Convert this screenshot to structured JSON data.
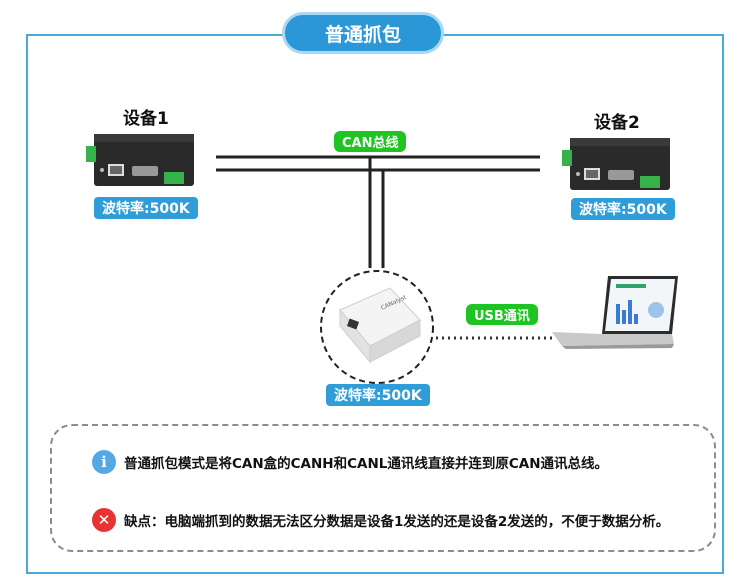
{
  "title": "普通抓包",
  "device1": {
    "label": "设备1",
    "baud": "波特率:500K"
  },
  "device2": {
    "label": "设备2",
    "baud": "波特率:500K"
  },
  "analyzer": {
    "baud": "波特率:500K",
    "body_text": "CANalyst"
  },
  "bus_label": "CAN总线",
  "usb_label": "USB通讯",
  "notes": {
    "info": "普通抓包模式是将CAN盒的CANH和CANL通讯线直接并连到原CAN通讯总线。",
    "con": "缺点：电脑端抓到的数据无法区分数据是设备1发送的还是设备2发送的，不便于数据分析。"
  },
  "colors": {
    "accent": "#2b97d6",
    "frame": "#49a9db",
    "green_label": "#1ec421",
    "error": "#e63434"
  },
  "icons": {
    "info": "info-icon",
    "con": "close-icon"
  }
}
